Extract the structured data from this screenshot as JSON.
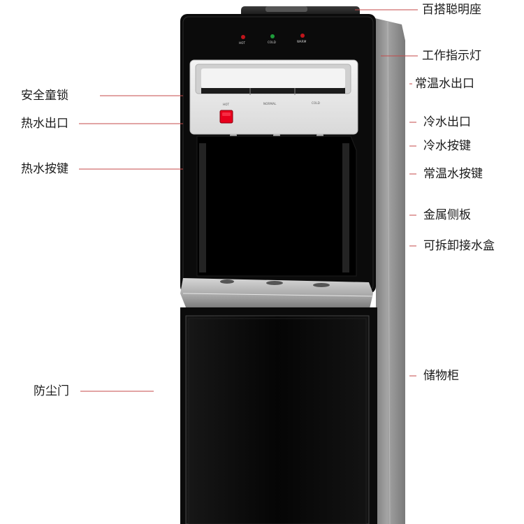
{
  "indicators": {
    "hot": "HOT",
    "cold": "COLD",
    "warm": "WARM"
  },
  "panel": {
    "hot": "HOT",
    "normal": "NORMAL",
    "cold": "COLD"
  },
  "callouts": {
    "smart_base": "百搭聪明座",
    "indicator_lights": "工作指示灯",
    "normal_outlet": "常温水出口",
    "child_lock": "安全童锁",
    "hot_outlet": "热水出口",
    "cold_outlet": "冷水出口",
    "cold_key": "冷水按键",
    "hot_key": "热水按键",
    "normal_key": "常温水按键",
    "metal_panel": "金属侧板",
    "drip_tray": "可拆卸接水盒",
    "cabinet": "储物柜",
    "dust_door": "防尘门"
  },
  "colors": {
    "body": "#0b0b0b",
    "side_panel": "#8e8e8e",
    "control_panel": "#ececec",
    "hot_button": "#e8001c",
    "leader_line": "#c44a4a",
    "indicator_red": "#c0151b",
    "indicator_green": "#1e9b3a"
  }
}
